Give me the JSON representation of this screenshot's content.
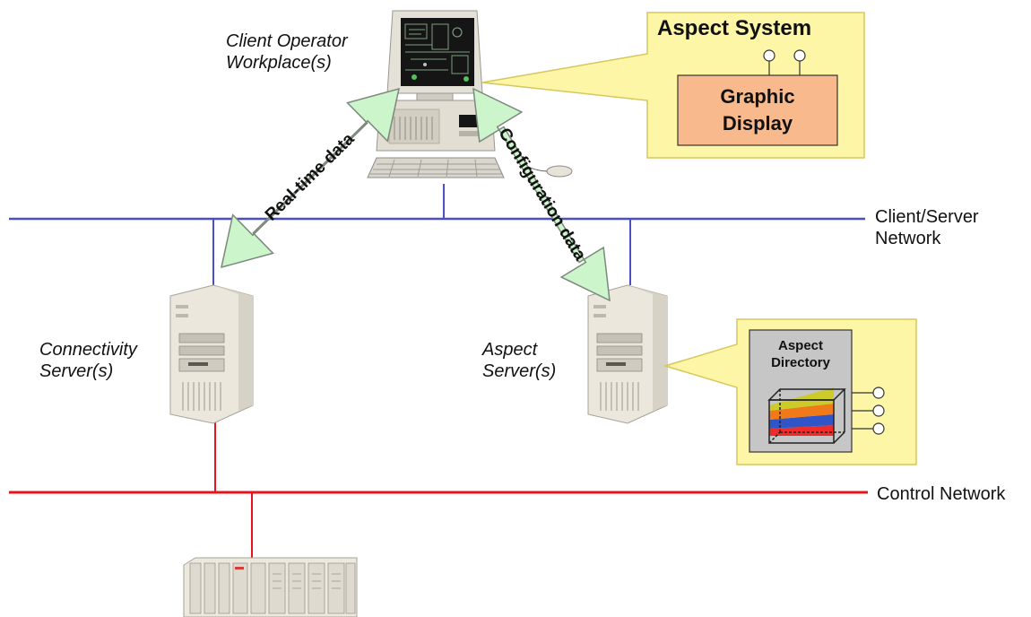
{
  "labels": {
    "client_workplace": "Client Operator Workplace(s)",
    "connectivity_server": "Connectivity Server(s)",
    "aspect_server": "Aspect Server(s)",
    "client_server_network": "Client/Server Network",
    "control_network": "Control Network"
  },
  "arrows": {
    "realtime": "Real-time data",
    "configuration": "Configuration data"
  },
  "aspect_system": {
    "title": "Aspect System",
    "graphic_display": "Graphic Display"
  },
  "aspect_directory": {
    "title": "Aspect Directory"
  },
  "colors": {
    "network_client_server": "#4a4fc4",
    "network_control": "#e8141c",
    "callout_fill": "#fdf6a6",
    "callout_border": "#d7c65a",
    "arrow_fill": "#ccf5cc",
    "graphic_display_fill": "#f8b98c",
    "directory_fill": "#c6c6c6"
  }
}
